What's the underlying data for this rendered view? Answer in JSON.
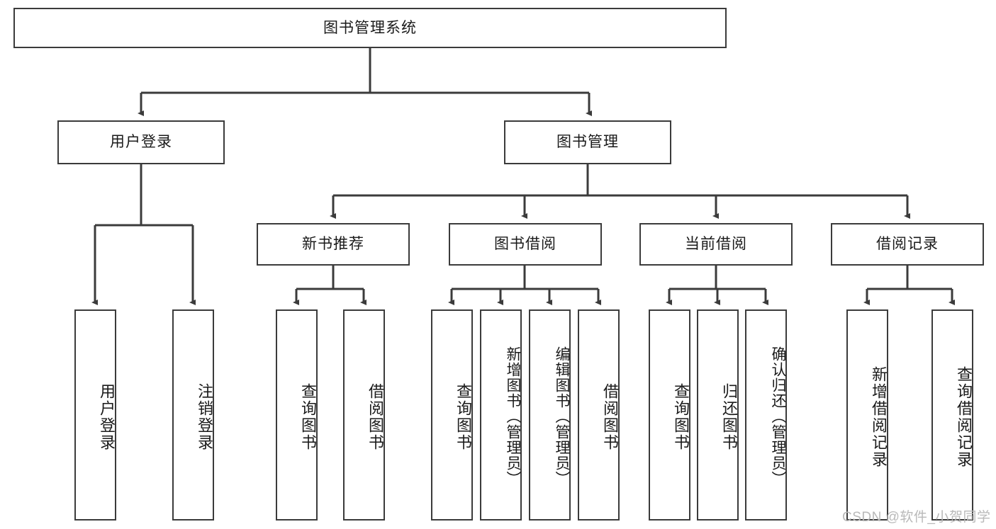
{
  "diagram": {
    "title": "图书管理系统",
    "type": "hierarchy-tree",
    "root": {
      "label": "图书管理系统"
    },
    "level2": [
      {
        "label": "用户登录"
      },
      {
        "label": "图书管理"
      }
    ],
    "level3": [
      {
        "label": "新书推荐"
      },
      {
        "label": "图书借阅"
      },
      {
        "label": "当前借阅"
      },
      {
        "label": "借阅记录"
      }
    ],
    "leaves": {
      "user_login": [
        {
          "label": "用户登录"
        },
        {
          "label": "注销登录"
        }
      ],
      "new_book_recommend": [
        {
          "label": "查询图书"
        },
        {
          "label": "借阅图书"
        }
      ],
      "book_borrow": [
        {
          "label": "查询图书"
        },
        {
          "label": "新增图书（管理员）"
        },
        {
          "label": "编辑图书（管理员）"
        },
        {
          "label": "借阅图书"
        }
      ],
      "current_borrow": [
        {
          "label": "查询图书"
        },
        {
          "label": "归还图书"
        },
        {
          "label": "确认归还（管理员）"
        }
      ],
      "borrow_record": [
        {
          "label": "新增借阅记录"
        },
        {
          "label": "查询借阅记录"
        }
      ]
    }
  },
  "watermark": {
    "text": "CSDN @软件_小贺同学"
  },
  "colors": {
    "border": "#3b3b3b",
    "line": "#3b3b3b",
    "background": "#ffffff",
    "text": "#1a1a1a",
    "watermark": "#b9b9b9"
  }
}
